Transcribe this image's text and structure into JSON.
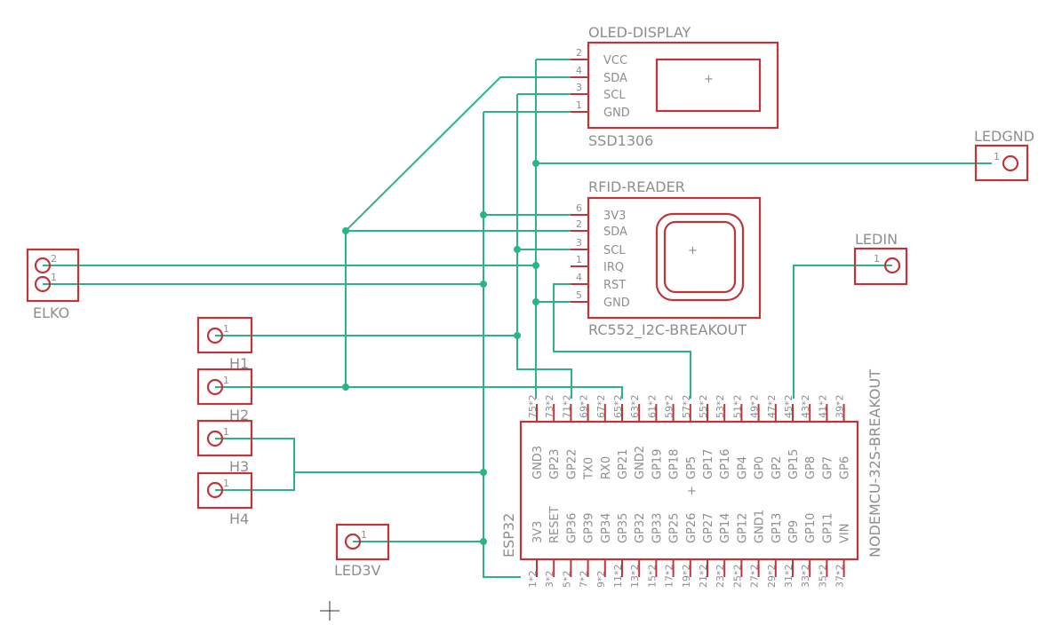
{
  "colors": {
    "component": "#c0353a",
    "wire": "#2bb38a",
    "label": "#8e8e8e",
    "background": "#ffffff"
  },
  "oled": {
    "name": "OLED-DISPLAY",
    "value": "SSD1306",
    "pins": [
      {
        "num": "2",
        "name": "VCC"
      },
      {
        "num": "4",
        "name": "SDA"
      },
      {
        "num": "3",
        "name": "SCL"
      },
      {
        "num": "1",
        "name": "GND"
      }
    ]
  },
  "rfid": {
    "name": "RFID-READER",
    "value": "RC552_I2C-BREAKOUT",
    "pins": [
      {
        "num": "6",
        "name": "3V3"
      },
      {
        "num": "2",
        "name": "SDA"
      },
      {
        "num": "3",
        "name": "SCL"
      },
      {
        "num": "1",
        "name": "IRQ"
      },
      {
        "num": "4",
        "name": "RST"
      },
      {
        "num": "5",
        "name": "GND"
      }
    ]
  },
  "esp": {
    "name": "ESP32",
    "value": "NODEMCU-32S-BREAKOUT",
    "top_names": [
      "GND3",
      "GP23",
      "GP22",
      "TX0",
      "RX0",
      "GP21",
      "GND2",
      "GP19",
      "GP18",
      "GP5",
      "GP17",
      "GP16",
      "GP4",
      "GP0",
      "GP2",
      "GP15",
      "GP8",
      "GP7",
      "GP6"
    ],
    "top_nums": [
      "75*2",
      "73*2",
      "71*2",
      "69*2",
      "67*2",
      "65*2",
      "63*2",
      "61*2",
      "59*2",
      "57*2",
      "55*2",
      "53*2",
      "51*2",
      "49*2",
      "47*2",
      "45*2",
      "43*2",
      "41*2",
      "39*2"
    ],
    "bottom_names": [
      "3V3",
      "RESET",
      "GP36",
      "GP39",
      "GP34",
      "GP35",
      "GP32",
      "GP33",
      "GP25",
      "GP26",
      "GP27",
      "GP14",
      "GP12",
      "GND1",
      "GP13",
      "GP9",
      "GP10",
      "GP11",
      "VIN"
    ],
    "bottom_nums": [
      "1*2",
      "3*2",
      "5*2",
      "7*2",
      "9*2",
      "11*2",
      "13*2",
      "15*2",
      "17*2",
      "19*2",
      "21*2",
      "23*2",
      "25*2",
      "27*2",
      "29*2",
      "31*2",
      "33*2",
      "35*2",
      "37*2"
    ]
  },
  "connectors": {
    "elko": {
      "name": "ELKO",
      "pin1": "1",
      "pin2": "2"
    },
    "h1": {
      "name": "H1",
      "pin": "1"
    },
    "h2": {
      "name": "H2",
      "pin": "1"
    },
    "h3": {
      "name": "H3",
      "pin": "1"
    },
    "h4": {
      "name": "H4",
      "pin": "1"
    },
    "led3v": {
      "name": "LED3V",
      "pin": "1"
    },
    "ledgnd": {
      "name": "LEDGND",
      "pin": "1"
    },
    "ledin": {
      "name": "LEDIN",
      "pin": "1"
    }
  }
}
